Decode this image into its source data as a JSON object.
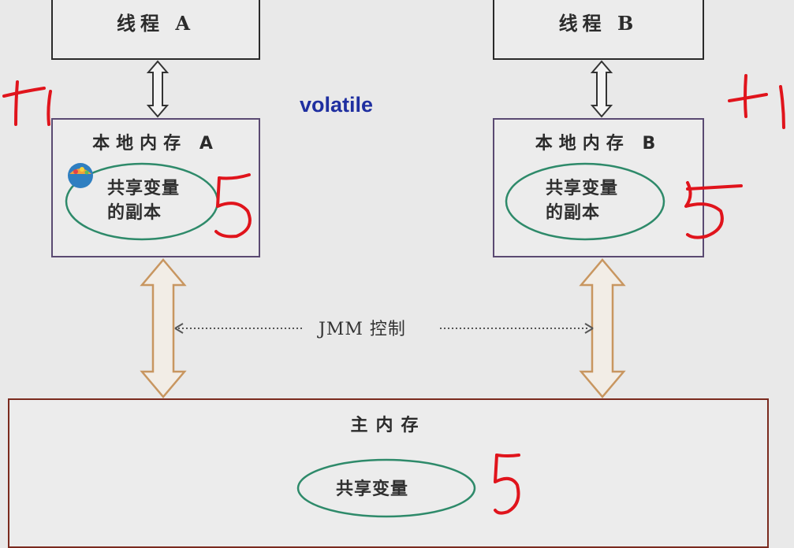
{
  "thread_a": {
    "label": "线程 A"
  },
  "thread_b": {
    "label": "线程 B"
  },
  "local_a": {
    "title": "本地内存 A",
    "copy_line1": "共享变量",
    "copy_line2": "的副本"
  },
  "local_b": {
    "title": "本地内存 B",
    "copy_line1": "共享变量",
    "copy_line2": "的副本"
  },
  "volatile_label": "volatile",
  "jmm_label": "JMM 控制",
  "main_memory": {
    "title": "主内存",
    "variable": "共享变量"
  },
  "annotations": {
    "left_increment": "+1",
    "right_increment": "+1",
    "value_a": "5",
    "value_b": "5",
    "value_main": "5"
  },
  "colors": {
    "handwriting": "#e0141c",
    "volatile_text": "#1f2fa0",
    "ellipse_stroke": "#2e8a6a",
    "arrow_big": "#c89660",
    "arrow_small": "#333333"
  }
}
